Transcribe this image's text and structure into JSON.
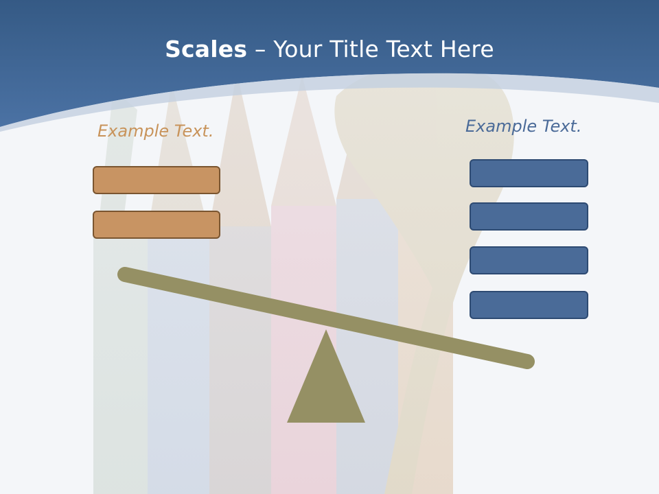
{
  "title": {
    "bold": "Scales",
    "rest": " – Your Title Text Here"
  },
  "left": {
    "caption": "Example Text.",
    "boxes": 2,
    "color": "#c89463"
  },
  "right": {
    "caption": "Example Text.",
    "boxes": 4,
    "color": "#4a6b98"
  },
  "scale": {
    "beam_color": "#959064",
    "fulcrum_color": "#959064"
  },
  "colors": {
    "header": "#3e6594",
    "background": "#f4f6f9"
  },
  "background_image": "colored-pencils-and-chameleon"
}
